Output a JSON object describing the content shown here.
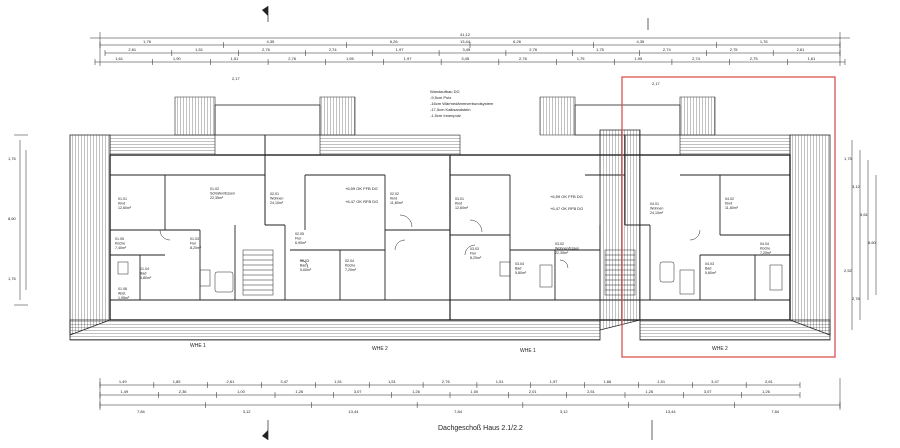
{
  "drawing": {
    "title": "Dachgeschoß Haus 2.1/2.2",
    "highlight_color": "#d9534f",
    "line_color": "#222222"
  },
  "notes": {
    "heading": "Wandaufbau DG",
    "lines": [
      "-9,5cm Putz",
      "-16cm Wärmedämmverbundsystem",
      "-17,5cm Kalksandstein",
      "-1,5cm Innenputz"
    ]
  },
  "wall_labels": [
    "WHE 1",
    "WHE 2",
    "WHE 1",
    "WHE 2"
  ],
  "level_labels": [
    "+6,59 OK FFB DG",
    "+6,47 OK RFB DG",
    "+6,59 OK FFB DG",
    "+6,47 OK RFB DG"
  ],
  "dimensions": {
    "top_total": "41,12",
    "top_second": "13,44",
    "top_row1": [
      "1,76",
      "4,35",
      "6,26",
      "6,26",
      "4,35",
      "1,76"
    ],
    "top_row2": [
      "2,61",
      "1,51",
      "2,76",
      "2,74",
      "1,97",
      "3,45",
      "2,76",
      "1,75",
      "2,74",
      "2,75",
      "2,61"
    ],
    "top_row3": [
      "1,61",
      "1,90",
      "1,51",
      "2,76",
      "1,95",
      "1,97",
      "3,45",
      "2,76",
      "1,75",
      "1,95",
      "2,74",
      "2,75",
      "1,61"
    ],
    "gable": [
      "2,17",
      "2,17"
    ],
    "bottom_row1": [
      "1,49",
      "1,85",
      "2,61",
      "3,47",
      "1,51",
      "1,51",
      "2,76",
      "1,51",
      "1,97",
      "1,66",
      "1,51",
      "3,47",
      "2,61"
    ],
    "bottom_row2": [
      "1,49",
      "2,36",
      "1,00",
      "1,26",
      "3,07",
      "1,26",
      "1,00",
      "2,01",
      "2,51",
      "1,26",
      "3,07",
      "1,26"
    ],
    "bottom_row3": [
      "7,84",
      "3,12",
      "13,44",
      "7,84",
      "3,12",
      "13,44",
      "7,84"
    ],
    "right_side": [
      "1,75",
      "3,12",
      "5,61",
      "8,60",
      "2,52",
      "2,76"
    ],
    "left_side": [
      "1,76",
      "8,60",
      "1,76"
    ]
  },
  "rooms": [
    {
      "id": "01.01",
      "name": "Kind",
      "area": "12,60m²"
    },
    {
      "id": "01.02",
      "name": "Schlafen/Essen",
      "area": "22,35m²"
    },
    {
      "id": "01.03",
      "name": "Flur",
      "area": "8,20m²"
    },
    {
      "id": "01.04",
      "name": "Bad",
      "area": "5,80m²"
    },
    {
      "id": "01.05",
      "name": "Küche",
      "area": "7,40m²"
    },
    {
      "id": "01.06",
      "name": "Abst.",
      "area": "1,95m²"
    },
    {
      "id": "02.01",
      "name": "Wohnen",
      "area": "24,10m²"
    },
    {
      "id": "02.02",
      "name": "Kind",
      "area": "11,80m²"
    },
    {
      "id": "02.03",
      "name": "Bad",
      "area": "5,60m²"
    },
    {
      "id": "02.04",
      "name": "Küche",
      "area": "7,20m²"
    },
    {
      "id": "02.05",
      "name": "Flur",
      "area": "6,90m²"
    },
    {
      "id": "03.01",
      "name": "Kind",
      "area": "12,60m²"
    },
    {
      "id": "03.02",
      "name": "Wohnen/Essen",
      "area": "22,35m²"
    },
    {
      "id": "03.03",
      "name": "Flur",
      "area": "8,20m²"
    },
    {
      "id": "03.04",
      "name": "Bad",
      "area": "5,80m²"
    },
    {
      "id": "04.01",
      "name": "Wohnen",
      "area": "24,10m²"
    },
    {
      "id": "04.02",
      "name": "Kind",
      "area": "11,80m²"
    },
    {
      "id": "04.03",
      "name": "Bad",
      "area": "5,60m²"
    },
    {
      "id": "04.04",
      "name": "Küche",
      "area": "7,20m²"
    }
  ]
}
